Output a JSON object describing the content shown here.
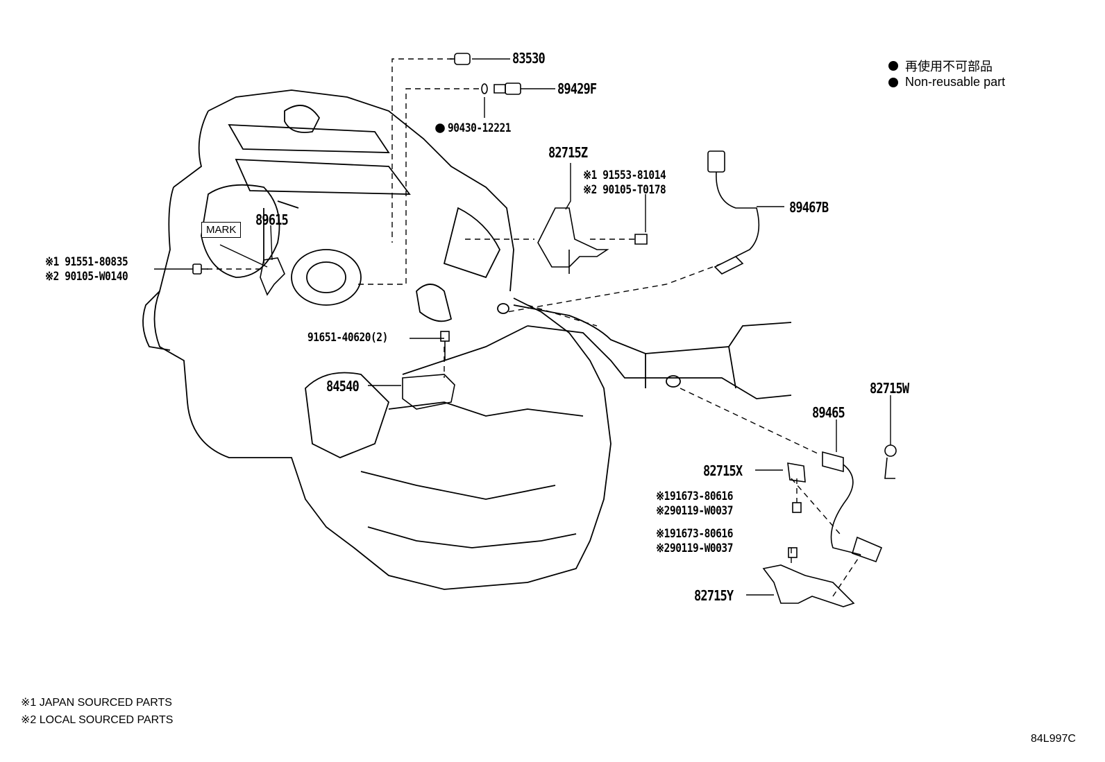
{
  "legend": {
    "jp": "再使用不可部品",
    "en": "Non-reusable part"
  },
  "parts": {
    "p83530": "83530",
    "p89429F": "89429F",
    "p90430": "90430-12221",
    "p82715Z": "82715Z",
    "p91553": "※1 91553-81014",
    "p90105T": "※2 90105-T0178",
    "p89467B": "89467B",
    "p89615": "89615",
    "mark": "MARK",
    "p91551": "※1 91551-80835",
    "p90105W": "※2 90105-W0140",
    "p91651": "91651-40620(2)",
    "p84540": "84540",
    "p82715W": "82715W",
    "p89465": "89465",
    "p82715X": "82715X",
    "p91673a": "※191673-80616",
    "p90119a": "※290119-W0037",
    "p91673b": "※191673-80616",
    "p90119b": "※290119-W0037",
    "p82715Y": "82715Y"
  },
  "notes": {
    "n1": "※1 JAPAN SOURCED PARTS",
    "n2": "※2 LOCAL SOURCED PARTS"
  },
  "diagram_id": "84L997C"
}
